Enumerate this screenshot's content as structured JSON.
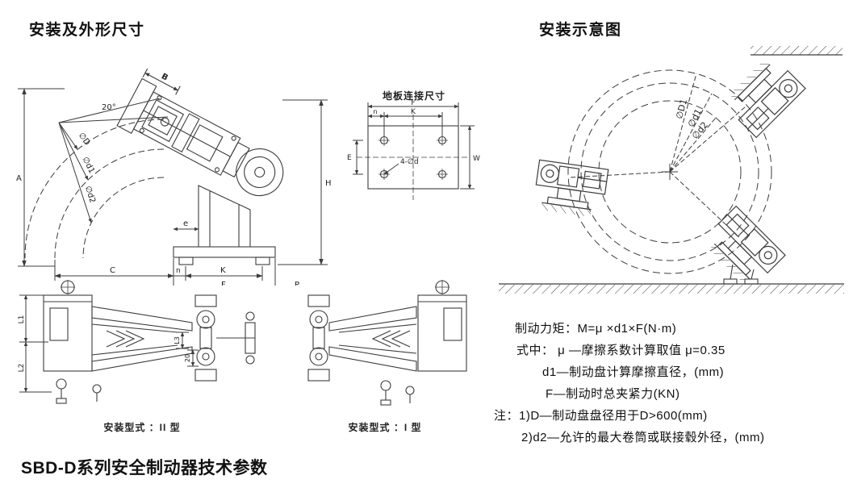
{
  "headings": {
    "dimensions": "安装及外形尺寸",
    "schematic": "安装示意图",
    "params_title": "SBD-D系列安全制动器技术参数"
  },
  "main_drawing": {
    "angle_label": "20°",
    "dia_D": "∅D",
    "dia_d1": "∅d1",
    "dia_d2": "∅d2",
    "dim_A": "A",
    "dim_B": "B",
    "dim_H": "H",
    "dim_e": "e",
    "dim_n": "n",
    "dim_C": "C",
    "dim_K": "K",
    "dim_F": "F",
    "dim_P": "P"
  },
  "floor_plate": {
    "title": "地板连接尺寸",
    "dim_F": "F",
    "dim_K": "K",
    "dim_n": "n",
    "dim_W": "W",
    "dim_E": "E",
    "holes_label": "4-∅d"
  },
  "type_drawings": {
    "type2_caption": "安装型式 ：II 型",
    "type1_caption": "安装型式 ：I 型",
    "dim_L1": "L1",
    "dim_L2": "L2",
    "dim_L3": "L3",
    "dim_20": "20"
  },
  "schematic": {
    "dia_D1": "∅D1",
    "dia_d1": "∅d1",
    "dia_d2": "∅d2"
  },
  "formulas": {
    "line1": "制动力矩：M=μ ×d1×F(N·m)",
    "line2": "式中： μ —摩擦系数计算取值 μ=0.35",
    "line3": "d1—制动盘计算摩擦直径，(mm)",
    "line4": "F—制动时总夹紧力(KN)",
    "line5": "注：1)D—制动盘盘径用于D>600(mm)",
    "line6": "2)d2—允许的最大卷筒或联接毂外径，(mm)"
  },
  "colors": {
    "ink": "#111111",
    "line": "#3c3c3c",
    "background": "#ffffff"
  }
}
